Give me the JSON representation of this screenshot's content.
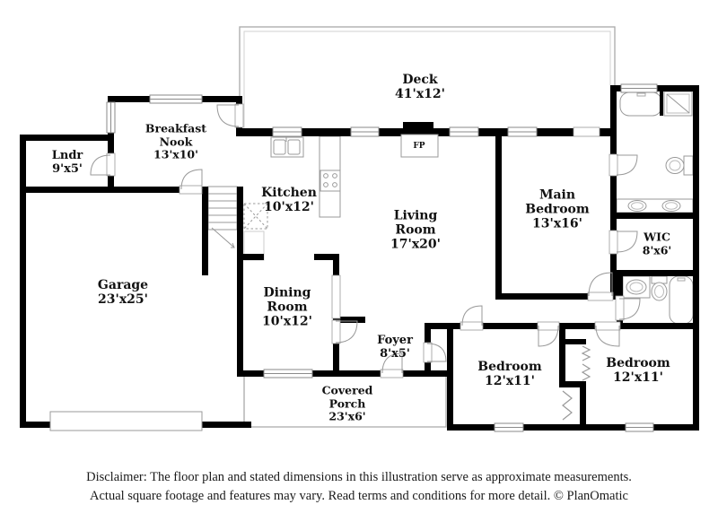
{
  "rooms": {
    "deck": {
      "lines": [
        "Deck",
        "41'x12'"
      ]
    },
    "breakfast_nook": {
      "lines": [
        "Breakfast",
        "Nook",
        "13'x10'"
      ]
    },
    "laundry": {
      "lines": [
        "Lndr",
        "9'x5'"
      ]
    },
    "kitchen": {
      "lines": [
        "Kitchen",
        "10'x12'"
      ]
    },
    "living_room": {
      "lines": [
        "Living",
        "Room",
        "17'x20'"
      ]
    },
    "main_bedroom": {
      "lines": [
        "Main",
        "Bedroom",
        "13'x16'"
      ]
    },
    "wic": {
      "lines": [
        "WIC",
        "8'x6'"
      ]
    },
    "garage": {
      "lines": [
        "Garage",
        "23'x25'"
      ]
    },
    "dining_room": {
      "lines": [
        "Dining",
        "Room",
        "10'x12'"
      ]
    },
    "foyer": {
      "lines": [
        "Foyer",
        "8'x5'"
      ]
    },
    "covered_porch": {
      "lines": [
        "Covered",
        "Porch",
        "23'x6'"
      ]
    },
    "bedroom_left": {
      "lines": [
        "Bedroom",
        "12'x11'"
      ]
    },
    "bedroom_right": {
      "lines": [
        "Bedroom",
        "12'x11'"
      ]
    },
    "fireplace": {
      "lines": [
        "FP"
      ]
    }
  },
  "footer": {
    "line1": "Disclaimer: The floor plan and stated dimensions in this illustration serve as approximate measurements.",
    "line2": "Actual square footage and features may vary. Read terms and conditions for more detail. © PlanOmatic"
  },
  "colors": {
    "wall": "#000000",
    "fixture_outline": "#999999",
    "deck_outline": "#a9a9a9",
    "label": "#111111"
  }
}
